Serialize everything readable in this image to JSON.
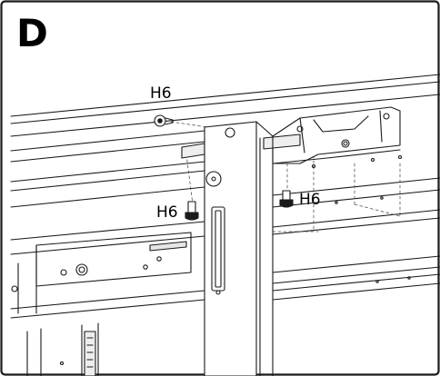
{
  "step": {
    "letter": "D"
  },
  "callouts": {
    "top": "H6",
    "left": "H6",
    "right": "H6"
  },
  "colors": {
    "stroke": "#1a1a1a",
    "shade": "#cfcfcf",
    "background": "#ffffff"
  }
}
